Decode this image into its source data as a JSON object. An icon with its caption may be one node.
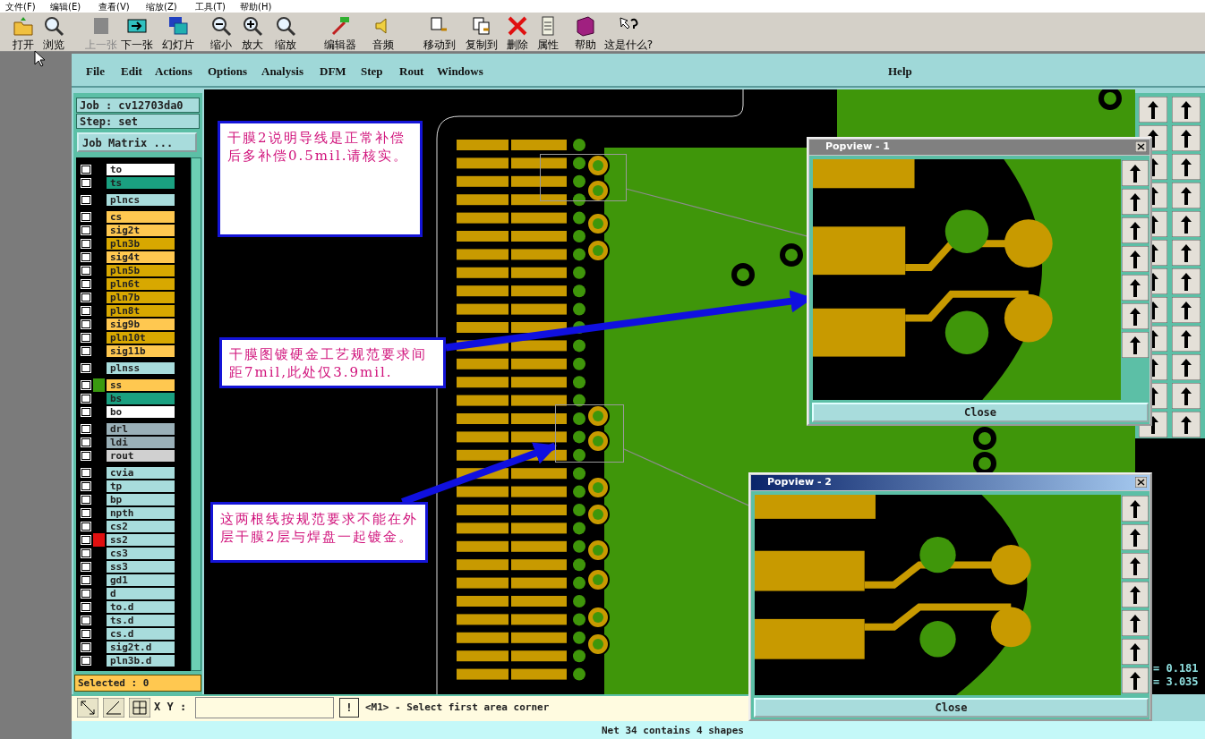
{
  "diagram": {
    "nodes": [
      {
        "text": [
          "干膜2说明导线是正常补偿后多补偿0.5mil.请核实。"
        ]
      },
      {
        "text": [
          "干膜图镀硬金工艺规范要求间距7mil,此处仅3.9mil."
        ]
      },
      {
        "text": [
          "这两根线按规范要求不能在外层干膜2层与焊盘一起镀金。"
        ]
      },
      {
        "text": [
          "Popview - 1"
        ]
      },
      {
        "text": [],
        "shape": "picture",
        "in": 3
      },
      {
        "text": [
          "Popview - 2"
        ]
      },
      {
        "text": [],
        "shape": "picture",
        "in": 5
      },
      {
        "text": [],
        "shape": "box"
      },
      {
        "text": [],
        "shape": "box"
      }
    ],
    "edges": [
      {
        "from": 1,
        "to": 4,
        "arrow": "to",
        "style": "thick",
        "color": "#1010e0"
      },
      {
        "from": 2,
        "to": 8,
        "arrow": "to",
        "style": "thick",
        "color": "#1010e0"
      },
      {
        "from": 7,
        "to": 3,
        "arrow": "none",
        "color": "#8c8c8c"
      },
      {
        "from": 8,
        "to": 5,
        "arrow": "none",
        "color": "#8c8c8c"
      }
    ],
    "labels": [
      "文件(F)",
      "编辑(E)",
      "查看(V)",
      "缩放(Z)",
      "工具(T)",
      "帮助(H)",
      "打开",
      "浏览",
      "上一张",
      "下一张",
      "幻灯片",
      "缩小",
      "放大",
      "缩放",
      "编辑器",
      "音频",
      "移动到",
      "复制到",
      "删除",
      "属性",
      "帮助",
      "这是什么?",
      "File",
      "Edit",
      "Actions",
      "Options",
      "Analysis",
      "DFM",
      "Step",
      "Rout",
      "Windows",
      "Help",
      "Job : cv12703da0",
      "Step: set",
      "Job Matrix ...",
      "to",
      "ts",
      "plncs",
      "cs",
      "sig2t",
      "pln3b",
      "sig4t",
      "pln5b",
      "pln6t",
      "pln7b",
      "pln8t",
      "sig9b",
      "pln10t",
      "sig11b",
      "plnss",
      "ss",
      "bs",
      "bo",
      "drl",
      "ldi",
      "rout",
      "cvia",
      "tp",
      "bp",
      "npth",
      "cs2",
      "ss2",
      "cs3",
      "ss3",
      "gd1",
      "d",
      "to.d",
      "ts.d",
      "cs.d",
      "sig2t.d",
      "pln3b.d",
      "Selected : 0",
      "X Y :",
      "!",
      "<M1> - Select first area corner",
      "Close",
      "Close",
      "= 0.181",
      "= 3.035",
      "Net 34 contains 4 shapes"
    ]
  }
}
